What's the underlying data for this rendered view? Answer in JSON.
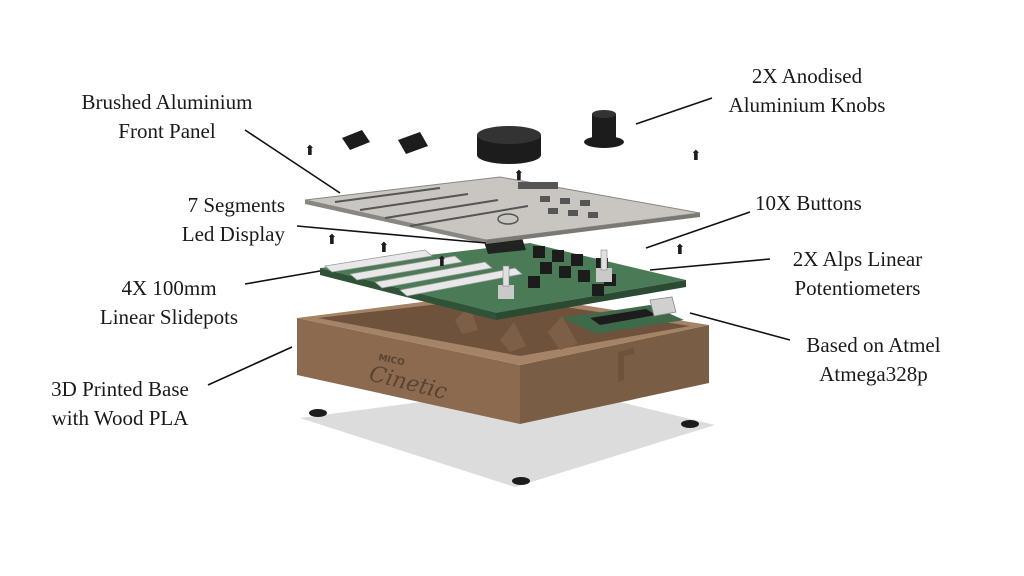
{
  "callouts": {
    "front_panel": [
      "Brushed Aluminium",
      "Front Panel"
    ],
    "knobs": [
      "2X Anodised",
      "Aluminium Knobs"
    ],
    "display": [
      "7 Segments",
      "Led Display"
    ],
    "buttons": [
      "10X Buttons"
    ],
    "slidepots": [
      "4X 100mm",
      "Linear Slidepots"
    ],
    "potentiometers": [
      "2X Alps Linear",
      "Potentiometers"
    ],
    "mcu": [
      "Based on Atmel",
      "Atmega328p"
    ],
    "base": [
      "3D Printed Base",
      "with Wood PLA"
    ]
  },
  "base_engraving": {
    "line1": "MICO",
    "line2": "Cinetic"
  },
  "colors": {
    "wood": "#8b6a4f",
    "wood_dark": "#6e523c",
    "pcb": "#3f6a4a",
    "panel": "#c9c5c0",
    "shadow": "#dcdcdc",
    "black": "#1c1c1c"
  }
}
